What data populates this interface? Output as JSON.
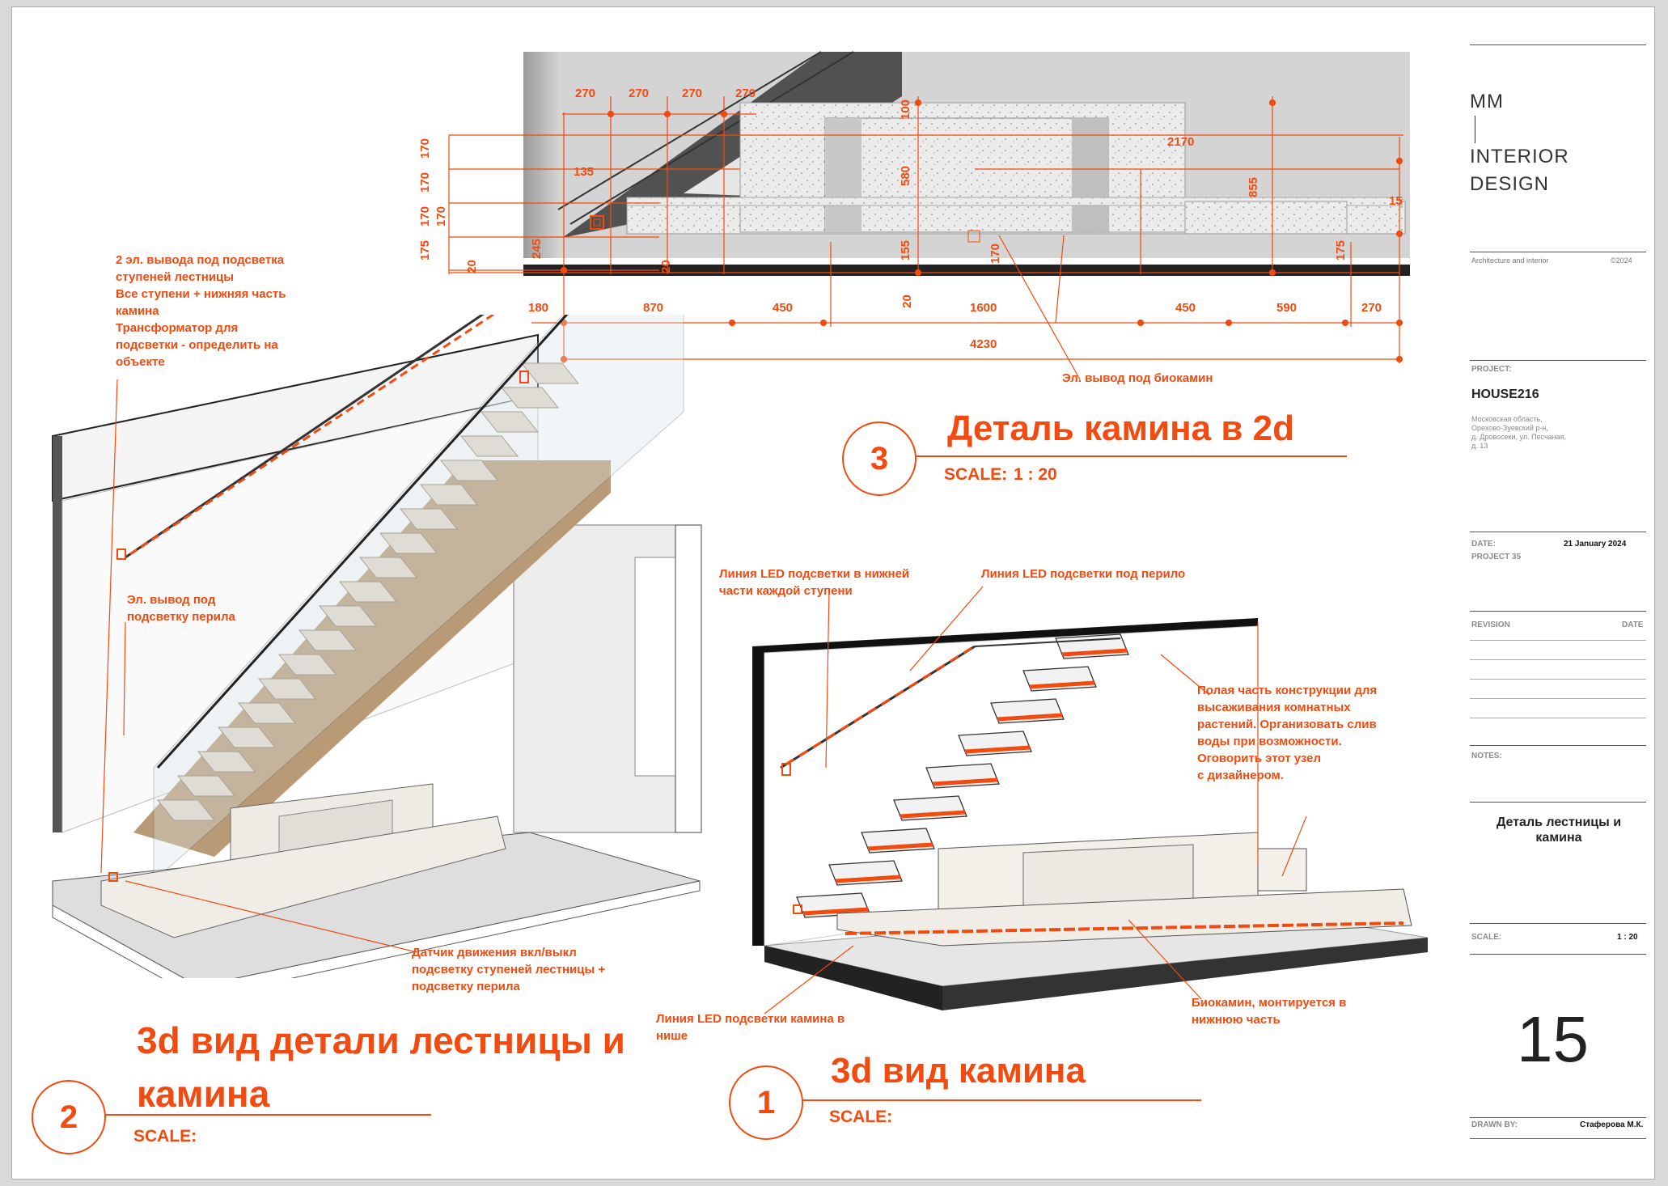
{
  "logo": {
    "line1": "MM",
    "line2": "INTERIOR",
    "line3": "DESIGN"
  },
  "title_block": {
    "subtitle": "Architecture and interior",
    "copyright": "©2024",
    "project_label": "PROJECT:",
    "project_name": "HOUSE216",
    "address": [
      "Московская область,",
      "Орехово-Зуевский р-н,",
      "д. Дровосеки, ул. Песчаная,",
      "д. 13"
    ],
    "date_label": "DATE:",
    "date_value": "21 January 2024",
    "project_no": "PROJECT 35",
    "revision_label": "REVISION",
    "revision_date_label": "DATE",
    "notes_label": "NOTES:",
    "sheet_title": "Деталь лестницы и камина",
    "scale_label": "SCALE:",
    "scale_value": "1 : 20",
    "sheet_number": "15",
    "drawn_by_label": "DRAWN BY:",
    "drawn_by_value": "Стаферова М.К."
  },
  "views": {
    "v1": {
      "number": "1",
      "title": "3d вид камина",
      "scale_label": "SCALE:"
    },
    "v2": {
      "number": "2",
      "title_line1": "3d вид детали лестницы и",
      "title_line2": "камина",
      "scale_label": "SCALE:"
    },
    "v3": {
      "number": "3",
      "title": "Деталь камина в 2d",
      "scale_label": "SCALE:",
      "scale_value": "1 : 20"
    }
  },
  "notes": {
    "n1": [
      "2 эл. вывода под подсветка",
      "ступеней лестницы",
      "Все ступени + нижняя часть",
      "камина",
      "Трансформатор для",
      "подсветки - определить на",
      "объекте"
    ],
    "n2": [
      "Эл. вывод под",
      "подсветку перила"
    ],
    "n3": [
      "Датчик движения вкл/выкл",
      "подсветку ступеней лестницы +",
      "подсветку перила"
    ],
    "n4": [
      "Линия LED подсветки в нижней",
      "части каждой ступени"
    ],
    "n5": [
      "Линия LED подсветки под перило"
    ],
    "n6": [
      "Полая часть конструкции для",
      "высаживания комнатных",
      "растений. Организовать слив",
      "воды при возможности.",
      "Оговорить этот узел",
      "с дизайнером."
    ],
    "n7": [
      "Линия LED подсветки камина в",
      "нише"
    ],
    "n8": [
      "Биокамин, монтируется в",
      "нижнюю часть"
    ],
    "n9": [
      "Эл. вывод под биокамин"
    ]
  },
  "dims": {
    "top": [
      "270",
      "270",
      "270",
      "270"
    ],
    "left_heights": [
      "170",
      "170",
      "170",
      "170",
      "175"
    ],
    "misc": [
      "135",
      "245",
      "20",
      "20",
      "100",
      "580",
      "155",
      "20",
      "170",
      "2170",
      "855",
      "15",
      "175"
    ],
    "bottom": [
      "180",
      "870",
      "450",
      "1600",
      "450",
      "590",
      "270"
    ],
    "total": "4230"
  }
}
